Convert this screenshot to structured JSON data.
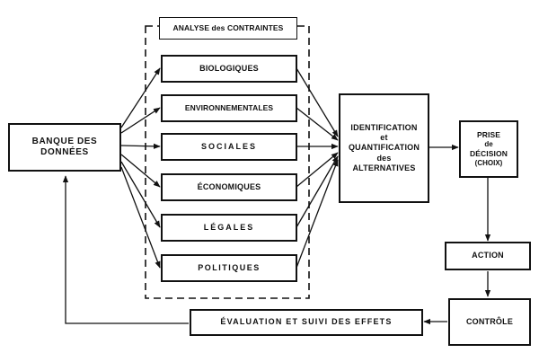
{
  "diagram": {
    "header": "ANALYSE des CONTRAINTES",
    "data_bank": [
      "BANQUE DES",
      "DONNÉES"
    ],
    "constraints": [
      "BIOLOGIQUES",
      "ENVIRONNEMENTALES",
      "SOCIALES",
      "ÉCONOMIQUES",
      "LÉGALES",
      "POLITIQUES"
    ],
    "identification": [
      "IDENTIFICATION",
      "et",
      "QUANTIFICATION",
      "des",
      "ALTERNATIVES"
    ],
    "decision": [
      "PRISE",
      "de",
      "DÉCISION",
      "(CHOIX)"
    ],
    "action": "ACTION",
    "control": "CONTRÔLE",
    "evaluation": "ÉVALUATION ET SUIVI DES EFFETS"
  }
}
